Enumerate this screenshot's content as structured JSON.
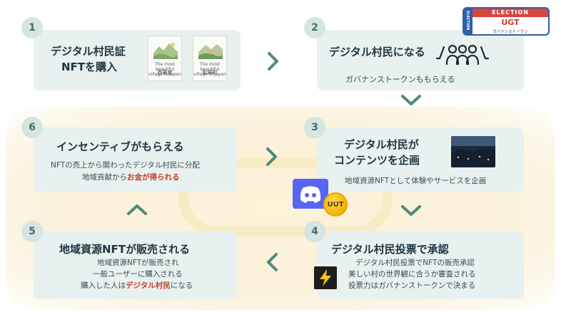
{
  "colors": {
    "card_bg": "#e8f1ef",
    "badge_bg": "#d5e5e1",
    "chevron": "#4f8a80",
    "accent_red": "#c93b2f",
    "cycle_bg": "#fbf1da"
  },
  "steps": [
    {
      "num": "1",
      "title_line1": "デジタル村民証",
      "title_line2": "NFTを購入",
      "nft_cards": [
        {
          "caption": "The most beautiful village in Japan",
          "name": "西粟倉"
        },
        {
          "caption": "The most beautiful village in Japan",
          "name": "松崎町"
        }
      ]
    },
    {
      "num": "2",
      "title": "デジタル村民になる",
      "desc": "ガバナンストークンももらえる",
      "icon": "people-group-icon",
      "election_card": {
        "side_text": "ELECTION",
        "band": "ELECTION",
        "main": "UGT",
        "sub": "ガバナンストークン"
      }
    },
    {
      "num": "3",
      "title_line1": "デジタル村民が",
      "title_line2": "コンテンツを企画",
      "desc": "地域資源NFTとして体験やサービスを企画"
    },
    {
      "num": "4",
      "title": "デジタル村民投票で承認",
      "desc_lines": [
        "デジタル村民投票でNFTの販売承認",
        "美しい村の世界観に合うか審査される",
        "投票力はガバナンストークンで決まる"
      ]
    },
    {
      "num": "5",
      "title": "地域資源NFTが販売される",
      "desc_line1": "地域資源NFTが販売され",
      "desc_line2": "一般ユーザーに購入される",
      "desc_line3_pre": "購入した人は",
      "desc_line3_red": "デジタル村民",
      "desc_line3_post": "になる"
    },
    {
      "num": "6",
      "title": "インセンティブがもらえる",
      "desc_line1": "NFTの売上から関わったデジタル村民に分配",
      "desc_line2_pre": "地域貢献から",
      "desc_line2_red": "お金が得られる"
    }
  ],
  "tokens": {
    "discord_icon": "discord-logo-icon",
    "uut_label": "UUT",
    "bolt_icon": "lightning-bolt-icon"
  }
}
